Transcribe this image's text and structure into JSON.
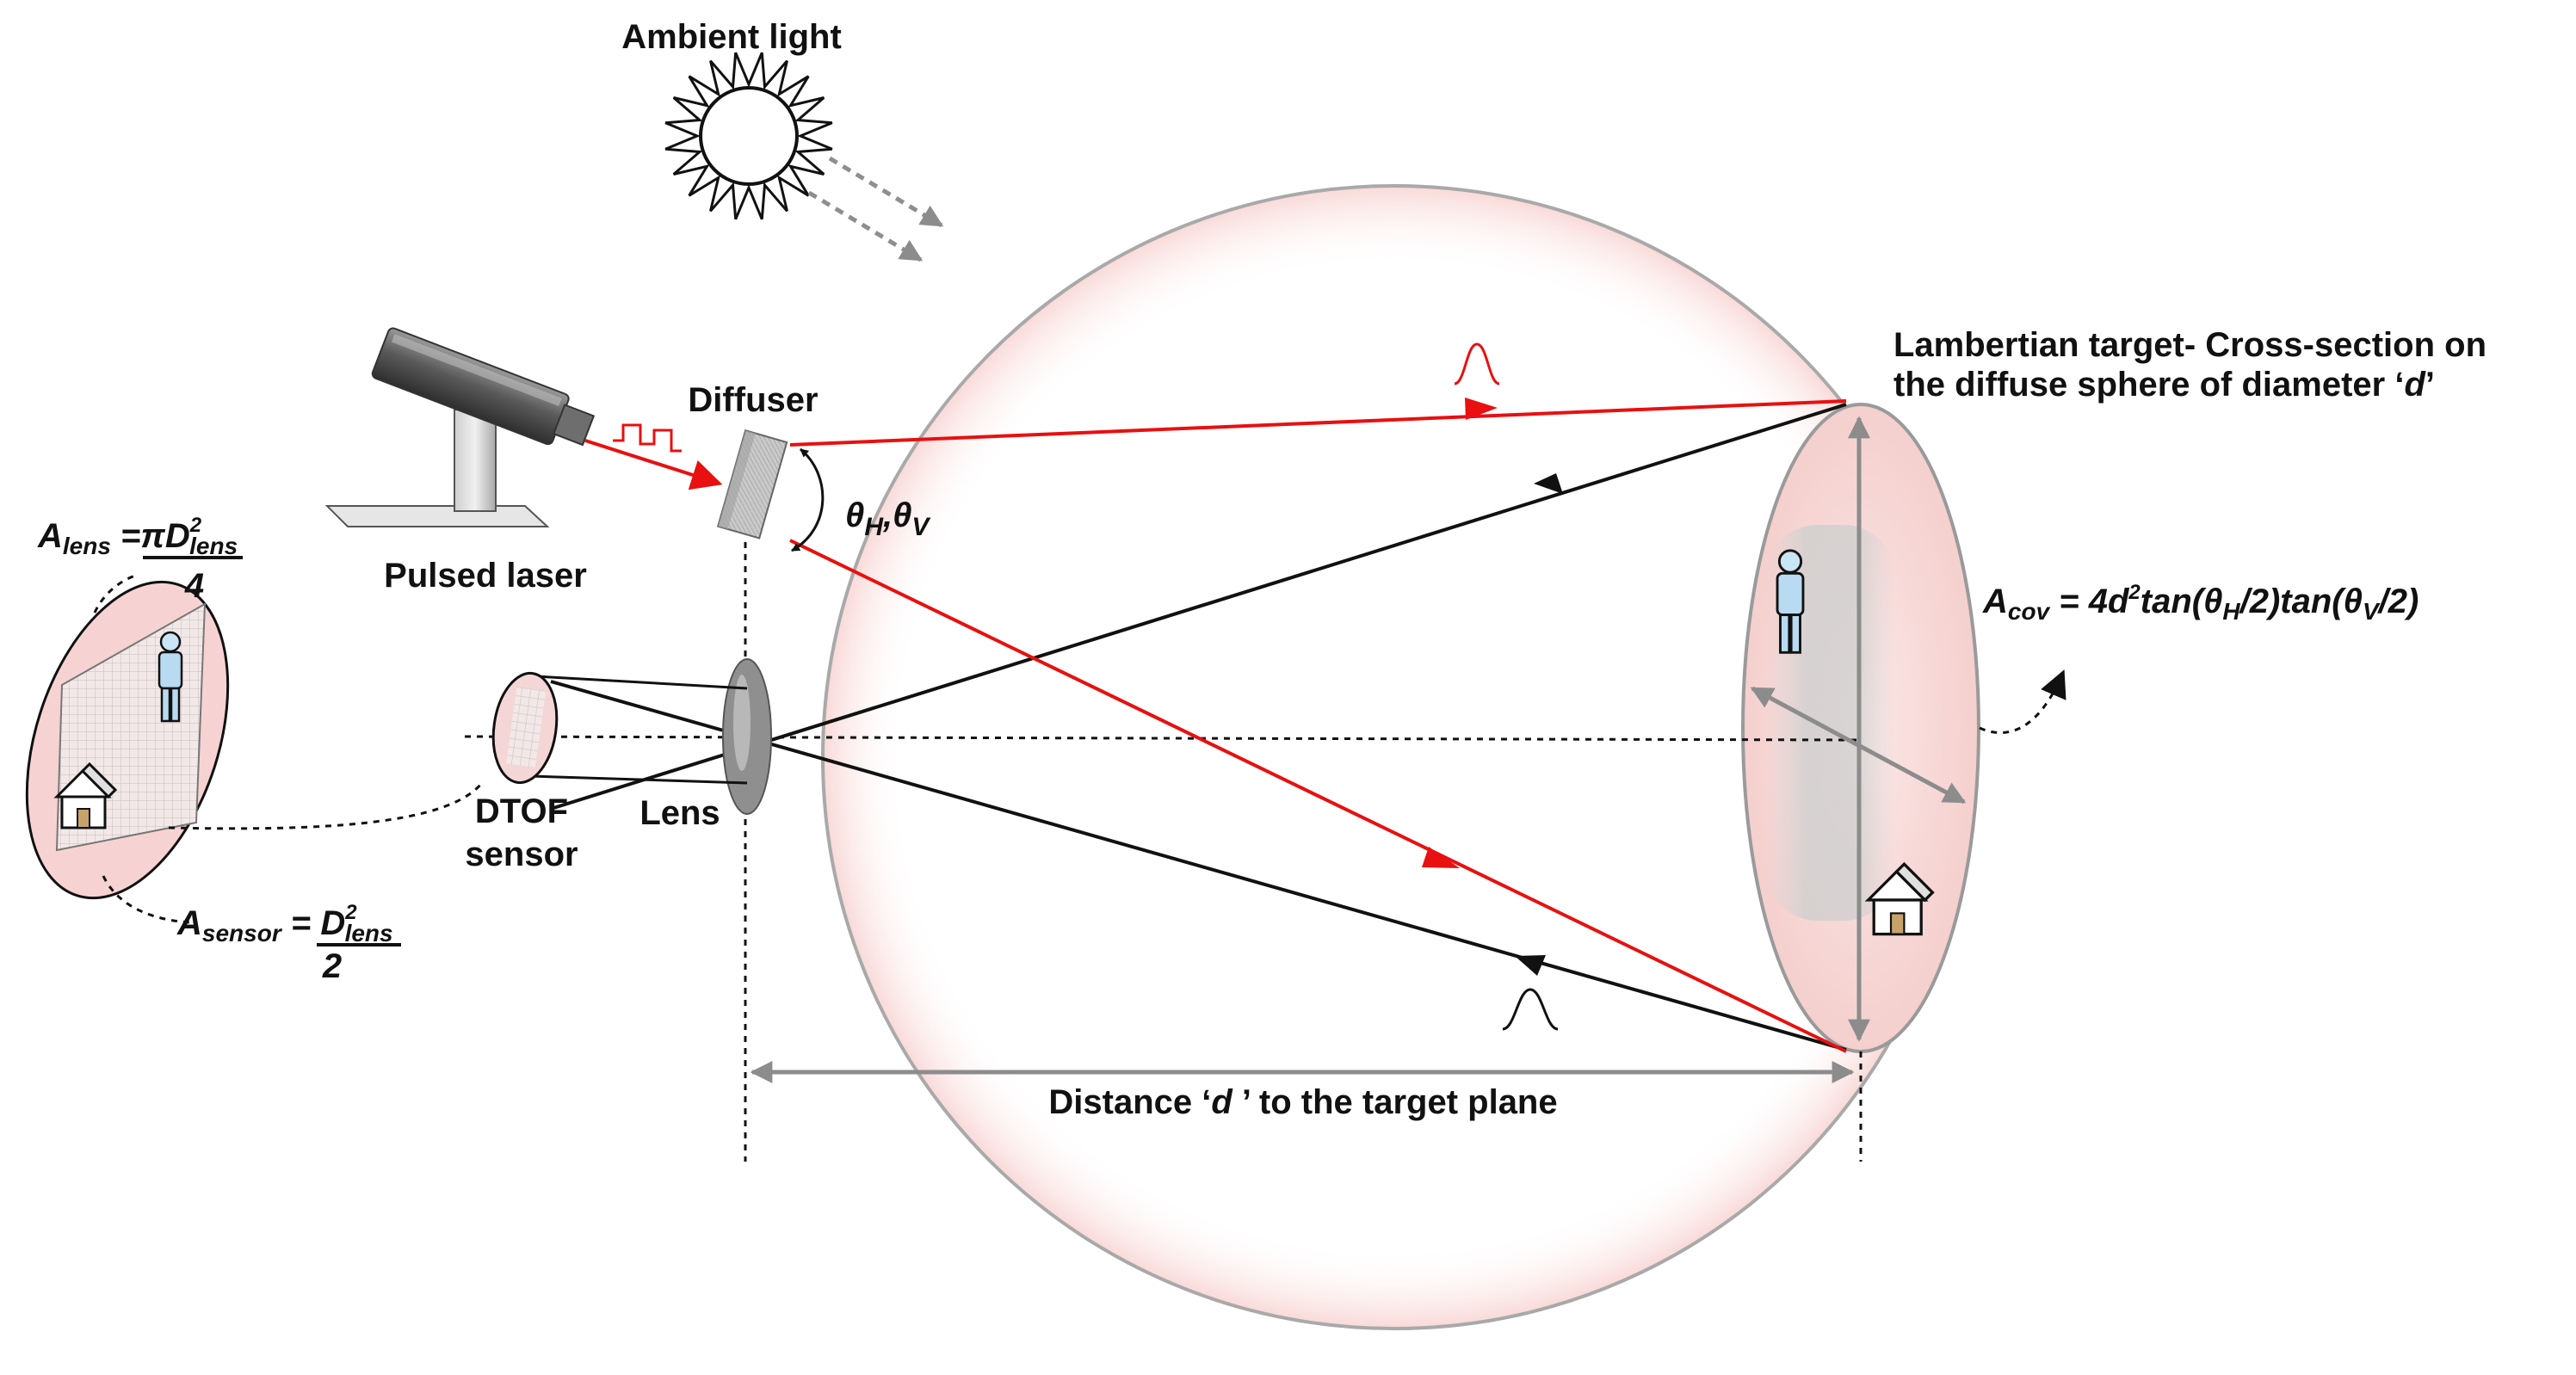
{
  "labels": {
    "ambient_light": "Ambient light",
    "diffuser": "Diffuser",
    "pulsed_laser": "Pulsed laser",
    "lens": "Lens",
    "dtof_line1": "DTOF",
    "dtof_line2": "sensor",
    "target_line1": "Lambertian target- Cross-section on",
    "target_line2_prefix": "the diffuse sphere of diameter ‘",
    "target_line2_var": "d",
    "target_line2_suffix": "’",
    "distance_prefix": "Distance ‘",
    "distance_var": "d",
    "distance_suffix": " ’ to the target plane"
  },
  "equations": {
    "angle": {
      "theta": "θ",
      "h": "H",
      "sep": ",",
      "v": "V"
    },
    "a_lens": {
      "A": "A",
      "sub": "lens",
      "eq": " =",
      "numerator": "πD",
      "sup": "2",
      "num_sub": "lens",
      "denominator": "4"
    },
    "a_sensor": {
      "A": "A",
      "sub": "sensor",
      "eq": " = ",
      "numerator": "D",
      "sup": "2",
      "num_sub": "lens",
      "denominator": "2"
    },
    "a_cov": {
      "A": "A",
      "sub": "cov",
      "p1": " = 4d",
      "sup": "2",
      "p2": "tan(θ",
      "sub_h": "H",
      "p3": "/2)tan(θ",
      "sub_v": "V",
      "p4": "/2)"
    }
  },
  "colors": {
    "laser": "#e81010",
    "ray": "#111111",
    "sphere_outline": "#a9a9a9",
    "sphere_tint": "#f9dedd",
    "disc_fill": "#f7d9d8",
    "gray_arrow": "#8c8c8c",
    "ambient_arrow": "#8e8e8e"
  },
  "icons": [
    "sun-icon",
    "laser-device-icon",
    "person-icon",
    "house-icon",
    "lens-icon",
    "diffuser-icon",
    "sensor-icon"
  ]
}
